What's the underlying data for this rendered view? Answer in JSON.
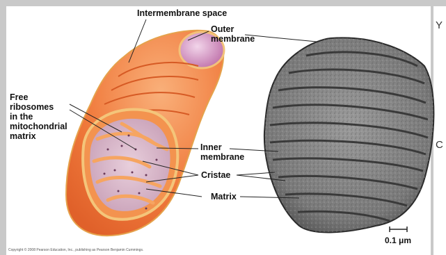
{
  "labels": {
    "intermembrane_space": "Intermembrane space",
    "outer_membrane_line1": "Outer",
    "outer_membrane_line2": "membrane",
    "free_ribosomes_line1": "Free",
    "free_ribosomes_line2": "ribosomes",
    "free_ribosomes_line3": "in the",
    "free_ribosomes_line4": "mitochondrial",
    "free_ribosomes_line5": "matrix",
    "inner_membrane_line1": "Inner",
    "inner_membrane_line2": "membrane",
    "cristae": "Cristae",
    "matrix": "Matrix"
  },
  "scale_bar": "0.1 μm",
  "credit": "Copyright © 2008 Pearson Education, Inc., publishing as Pearson Benjamin Cummings.",
  "edge_chars": [
    "Y",
    "C"
  ],
  "colors": {
    "outer": "#f07a3c",
    "inner": "#f3934f",
    "matrix": "#d9b7c9",
    "cristae": "#f6a561",
    "micrograph": "#8a8a8a"
  }
}
